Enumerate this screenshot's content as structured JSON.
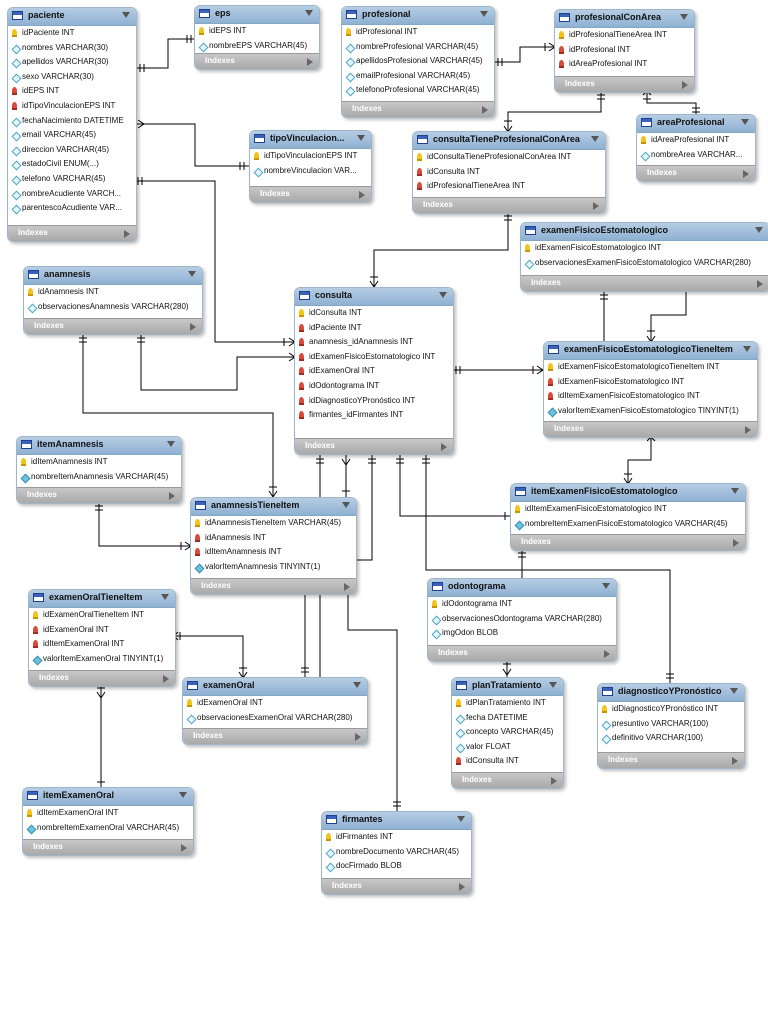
{
  "indexes_label": "Indexes",
  "colors": {
    "header": "#9dbcda",
    "border": "#9eb6cc",
    "footer": "#b5b5b5",
    "line": "#000000"
  },
  "tables": {
    "paciente": {
      "name": "paciente",
      "columns": [
        {
          "icon": "pk",
          "text": "idPaciente INT"
        },
        {
          "icon": "col",
          "text": "nombres VARCHAR(30)"
        },
        {
          "icon": "col",
          "text": "apellidos VARCHAR(30)"
        },
        {
          "icon": "col",
          "text": "sexo VARCHAR(30)"
        },
        {
          "icon": "fk",
          "text": "idEPS INT"
        },
        {
          "icon": "fk",
          "text": "idTipoVinculacionEPS INT"
        },
        {
          "icon": "col",
          "text": "fechaNacimiento DATETIME"
        },
        {
          "icon": "col",
          "text": "email VARCHAR(45)"
        },
        {
          "icon": "col",
          "text": "direccion VARCHAR(45)"
        },
        {
          "icon": "col",
          "text": "estadoCivil ENUM(...)"
        },
        {
          "icon": "col",
          "text": "telefono VARCHAR(45)"
        },
        {
          "icon": "col",
          "text": "nombreAcudiente VARCH..."
        },
        {
          "icon": "col",
          "text": "parentescoAcudiente VAR..."
        }
      ]
    },
    "eps": {
      "name": "eps",
      "columns": [
        {
          "icon": "pk",
          "text": "idEPS INT"
        },
        {
          "icon": "col",
          "text": "nombreEPS VARCHAR(45)"
        }
      ]
    },
    "profesional": {
      "name": "profesional",
      "columns": [
        {
          "icon": "pk",
          "text": "idProfesional INT"
        },
        {
          "icon": "col",
          "text": "nombreProfesional VARCHAR(45)"
        },
        {
          "icon": "col",
          "text": "apellidosProfesional VARCHAR(45)"
        },
        {
          "icon": "col",
          "text": "emailProfesional VARCHAR(45)"
        },
        {
          "icon": "col",
          "text": "telefonoProfesional VARCHAR(45)"
        }
      ]
    },
    "profesionalConArea": {
      "name": "profesionalConArea",
      "columns": [
        {
          "icon": "pk",
          "text": "idProfesionalTieneArea INT"
        },
        {
          "icon": "fk",
          "text": "idProfesional INT"
        },
        {
          "icon": "fk",
          "text": "idAreaProfesional INT"
        }
      ]
    },
    "areaProfesional": {
      "name": "areaProfesional",
      "columns": [
        {
          "icon": "pk",
          "text": "idAreaProfesional INT"
        },
        {
          "icon": "col",
          "text": "nombreArea VARCHAR..."
        }
      ]
    },
    "tipoVinculacion": {
      "name": "tipoVinculacion...",
      "columns": [
        {
          "icon": "pk",
          "text": "idTipoVinculacionEPS INT"
        },
        {
          "icon": "col",
          "text": "nombreVinculacion VAR..."
        }
      ]
    },
    "consultaTieneProfesionalConArea": {
      "name": "consultaTieneProfesionalConArea",
      "columns": [
        {
          "icon": "pk",
          "text": "idConsultaTieneProfesionalConArea INT"
        },
        {
          "icon": "fk",
          "text": "idConsulta INT"
        },
        {
          "icon": "fk",
          "text": "idProfesionalTieneArea INT"
        }
      ]
    },
    "examenFisicoEstomatologico": {
      "name": "examenFisicoEstomatologico",
      "columns": [
        {
          "icon": "pk",
          "text": "idExamenFisicoEstomatologico INT"
        },
        {
          "icon": "col",
          "text": "observacionesExamenFisicoEstomatologico VARCHAR(280)"
        }
      ]
    },
    "anamnesis": {
      "name": "anamnesis",
      "columns": [
        {
          "icon": "pk",
          "text": "idAnamnesis INT"
        },
        {
          "icon": "col",
          "text": "observacionesAnamnesis VARCHAR(280)"
        }
      ]
    },
    "consulta": {
      "name": "consulta",
      "columns": [
        {
          "icon": "pk",
          "text": "idConsulta INT"
        },
        {
          "icon": "fk",
          "text": "idPaciente INT"
        },
        {
          "icon": "fk",
          "text": "anamnesis_idAnamnesis INT"
        },
        {
          "icon": "fk",
          "text": "idExamenFisicoEstomatologico INT"
        },
        {
          "icon": "fk",
          "text": "idExamenOral INT"
        },
        {
          "icon": "fk",
          "text": "idOdontograma INT"
        },
        {
          "icon": "fk",
          "text": "idDiagnosticoYPronóstico INT"
        },
        {
          "icon": "fk",
          "text": "firmantes_idFirmantes INT"
        }
      ]
    },
    "examenFisicoEstomatologicoTieneItem": {
      "name": "examenFisicoEstomatologicoTieneItem",
      "columns": [
        {
          "icon": "pk",
          "text": "idExamenFisicoEstomatologicoTieneItem INT"
        },
        {
          "icon": "fk",
          "text": "idExamenFisicoEstomatologico INT"
        },
        {
          "icon": "fk",
          "text": "idItemExamenFisicoEstomatologico INT"
        },
        {
          "icon": "colf",
          "text": "valorItemExamenFisicoEstomatologico TINYINT(1)"
        }
      ]
    },
    "itemAnamnesis": {
      "name": "itemAnamnesis",
      "columns": [
        {
          "icon": "pk",
          "text": "idItemAnamnesis INT"
        },
        {
          "icon": "colf",
          "text": "nombreItemAnamnesis VARCHAR(45)"
        }
      ]
    },
    "anamnesisTieneItem": {
      "name": "anamnesisTieneItem",
      "columns": [
        {
          "icon": "pk",
          "text": "idAnamnesisTieneItem VARCHAR(45)"
        },
        {
          "icon": "fk",
          "text": "idAnamnesis INT"
        },
        {
          "icon": "fk",
          "text": "idItemAnamnesis INT"
        },
        {
          "icon": "colf",
          "text": "valorItemAnamnesis TINYINT(1)"
        }
      ]
    },
    "itemExamenFisicoEstomatologico": {
      "name": "itemExamenFisicoEstomatologico",
      "columns": [
        {
          "icon": "pk",
          "text": "idItemExamenFisicoEstomatologico INT"
        },
        {
          "icon": "colf",
          "text": "nombreItemExamenFisicoEstomatologico VARCHAR(45)"
        }
      ]
    },
    "examenOralTieneItem": {
      "name": "examenOralTieneItem",
      "columns": [
        {
          "icon": "pk",
          "text": "idExamenOralTieneItem INT"
        },
        {
          "icon": "fk",
          "text": "idExamenOral INT"
        },
        {
          "icon": "fk",
          "text": "idItemExamenOral INT"
        },
        {
          "icon": "colf",
          "text": "valorItemExamenOral TINYINT(1)"
        }
      ]
    },
    "odontograma": {
      "name": "odontograma",
      "columns": [
        {
          "icon": "pk",
          "text": "idOdontograma INT"
        },
        {
          "icon": "col",
          "text": "observacionesOdontograma VARCHAR(280)"
        },
        {
          "icon": "col",
          "text": "imgOdon BLOB"
        }
      ]
    },
    "examenOral": {
      "name": "examenOral",
      "columns": [
        {
          "icon": "pk",
          "text": "idExamenOral INT"
        },
        {
          "icon": "col",
          "text": "observacionesExamenOral VARCHAR(280)"
        }
      ]
    },
    "planTratamiento": {
      "name": "planTratamiento",
      "columns": [
        {
          "icon": "pk",
          "text": "idPlanTratamiento INT"
        },
        {
          "icon": "col",
          "text": "fecha DATETIME"
        },
        {
          "icon": "col",
          "text": "concepto VARCHAR(45)"
        },
        {
          "icon": "col",
          "text": "valor FLOAT"
        },
        {
          "icon": "fk",
          "text": "idConsulta INT"
        }
      ]
    },
    "diagnosticoYPronostico": {
      "name": "diagnosticoYPronóstico",
      "columns": [
        {
          "icon": "pk",
          "text": "idDiagnosticoYPronóstico INT"
        },
        {
          "icon": "col",
          "text": "presuntivo VARCHAR(100)"
        },
        {
          "icon": "col",
          "text": "definitivo VARCHAR(100)"
        }
      ]
    },
    "itemExamenOral": {
      "name": "itemExamenOral",
      "columns": [
        {
          "icon": "pk",
          "text": "idItemExamenOral INT"
        },
        {
          "icon": "colf",
          "text": "nombreItemExamenOral VARCHAR(45)"
        }
      ]
    },
    "firmantes": {
      "name": "firmantes",
      "columns": [
        {
          "icon": "pk",
          "text": "idFirmantes INT"
        },
        {
          "icon": "col",
          "text": "nombreDocumento VARCHAR(45)"
        },
        {
          "icon": "col",
          "text": "docFirmado BLOB"
        }
      ]
    }
  }
}
